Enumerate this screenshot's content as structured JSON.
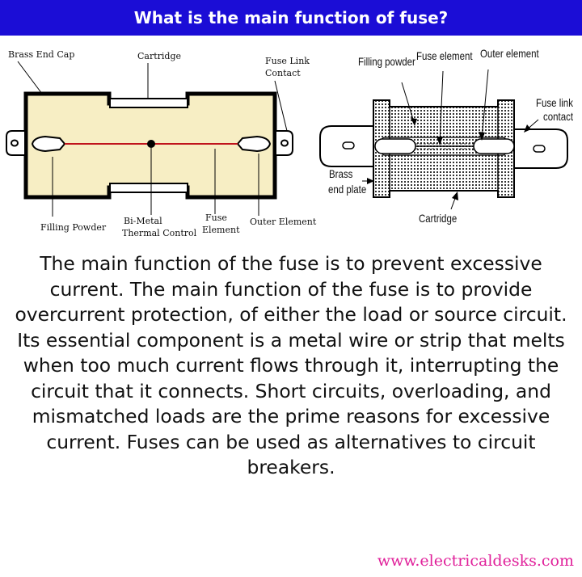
{
  "header": {
    "title": "What is the main function of fuse?"
  },
  "diagram_left": {
    "labels": {
      "brass_end_cap": "Brass End Cap",
      "cartridge": "Cartridge",
      "fuse_link_contact_1": "Fuse Link",
      "fuse_link_contact_2": "Contact",
      "filling_powder": "Filling Powder",
      "bimetal_1": "Bi-Metal",
      "bimetal_2": "Thermal Control",
      "fuse_element_1": "Fuse",
      "fuse_element_2": "Element",
      "outer_element": "Outer Element"
    }
  },
  "diagram_right": {
    "labels": {
      "filling_powder": "Filling powder",
      "fuse_element": "Fuse element",
      "outer_element": "Outer element",
      "fuse_link_1": "Fuse link",
      "fuse_link_2": "contact",
      "brass_1": "Brass",
      "brass_2": "end plate",
      "cartridge": "Cartridge"
    }
  },
  "body": {
    "text": "The main function of the fuse is to prevent excessive current. The main function of the fuse is to provide overcurrent protection, of either the load or source circuit. Its essential component is a metal wire or strip that melts when too much current flows through it, interrupting the circuit that it connects. Short circuits, overloading, and mismatched loads are the prime reasons for excessive current. Fuses can be used as alternatives to circuit breakers."
  },
  "footer": {
    "url": "www.electricaldesks.com"
  },
  "colors": {
    "header_bg": "#1b0dd6",
    "cap_fill": "#f7eec4",
    "element_line": "#c0141c",
    "footer_text": "#e0209a"
  }
}
